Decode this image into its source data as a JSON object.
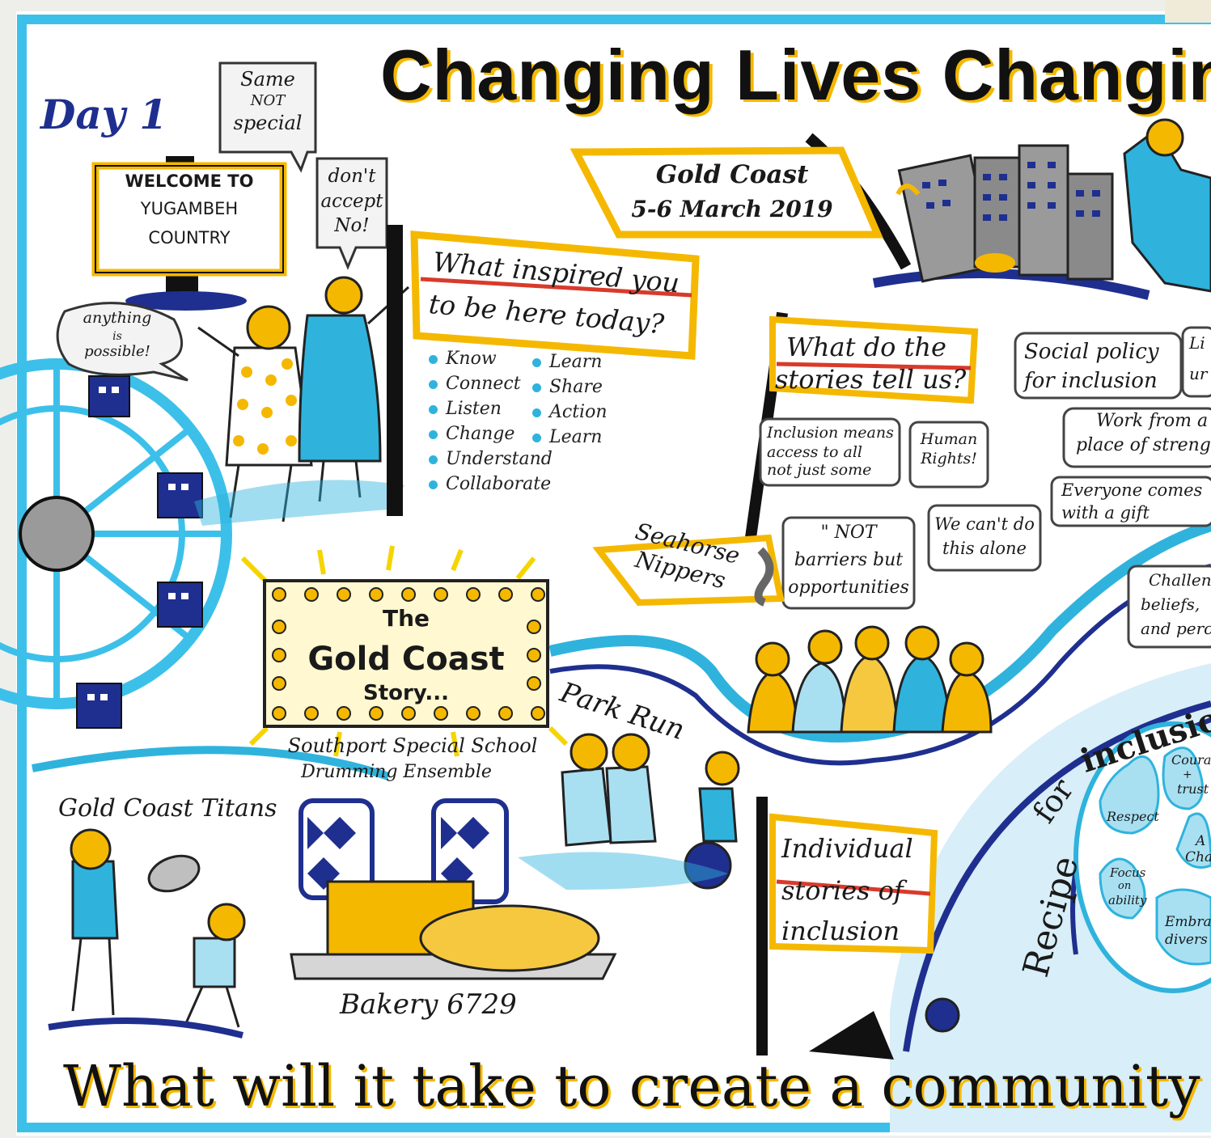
{
  "title": "Changing Lives Changing",
  "day": "Day 1",
  "event": {
    "place": "Gold Coast",
    "dates": "5-6 March 2019"
  },
  "welcome_sign": [
    "WELCOME TO",
    "YUGAMBEH",
    "COUNTRY"
  ],
  "speech_bubbles": {
    "same_not_special": [
      "Same",
      "NOT",
      "special"
    ],
    "dont_accept_no": [
      "don't",
      "accept",
      "No!"
    ],
    "anything_possible": [
      "anything",
      "is",
      "possible!"
    ]
  },
  "inspired_flag": [
    "What inspired you",
    "to be here today?"
  ],
  "inspired_list_left": [
    "Know",
    "Connect",
    "Listen",
    "Change",
    "Understand",
    "Collaborate"
  ],
  "inspired_list_right": [
    "Learn",
    "Share",
    "Action",
    "Learn"
  ],
  "stories_flag": [
    "What do the",
    "stories tell us?"
  ],
  "story_bubbles": {
    "inclusion_means": [
      "Inclusion means",
      "access to all",
      "not just some"
    ],
    "human_rights": [
      "Human",
      "Rights!"
    ],
    "cant_do_alone": [
      "We can't do",
      "this alone"
    ],
    "not_barriers": [
      "\" NOT",
      "barriers but",
      "opportunities"
    ]
  },
  "seahorse_flag": [
    "Seahorse",
    "Nippers"
  ],
  "right_notes": {
    "social_policy": [
      "Social policy",
      "for inclusion"
    ],
    "strength": [
      "Work from a",
      "place of streng"
    ],
    "gift": [
      "Everyone comes",
      "with a gift"
    ],
    "challenge": [
      "Challeng",
      "beliefs,",
      "and perce"
    ],
    "li": [
      "Li",
      "ur"
    ]
  },
  "marquee": {
    "line1": "The",
    "line2": "Gold Coast",
    "line3": "Story..."
  },
  "drumming": [
    "Southport Special School",
    "Drumming Ensemble"
  ],
  "park_run": "Park Run",
  "titans": "Gold Coast Titans",
  "bakery": "Bakery 6729",
  "individual_flag": [
    "Individual",
    "stories of",
    "inclusion"
  ],
  "recipe": {
    "label1": "Recipe",
    "label2": "for",
    "label3": "inclusion",
    "drops": [
      [
        "Coura",
        "+",
        "trust"
      ],
      [
        "Respect"
      ],
      [
        "A",
        "Cha"
      ],
      [
        "Focus",
        "on",
        "ability"
      ],
      [
        "Embra",
        "divers"
      ]
    ]
  },
  "bottom_line": "What will it take to create a community where",
  "colors": {
    "border": "#3cc0ea",
    "yellow": "#f5b800",
    "blue": "#2fb3dd",
    "navy": "#1f2f8f",
    "red": "#d93a2b"
  }
}
